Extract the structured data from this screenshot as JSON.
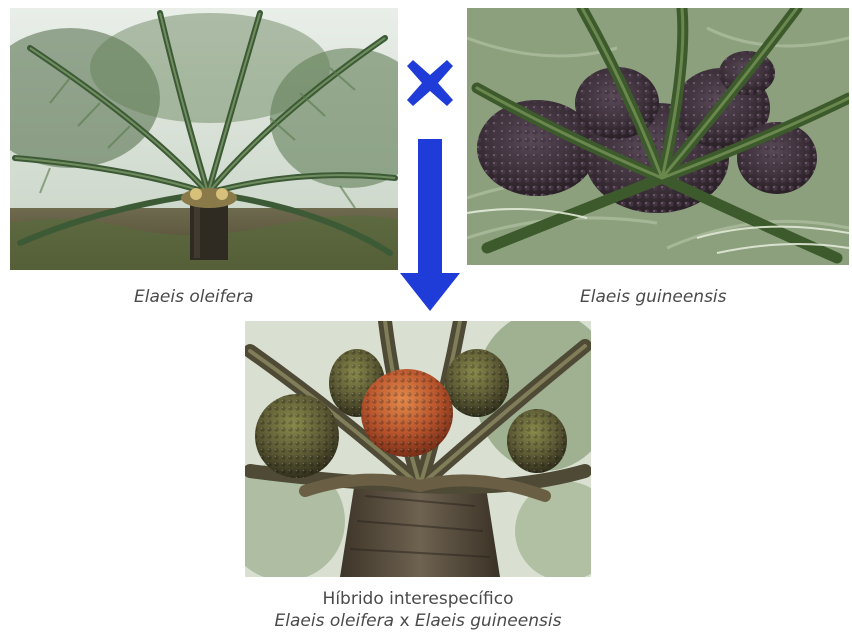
{
  "captions": {
    "left": "Elaeis oleifera",
    "right": "Elaeis guineensis",
    "hybrid_title": "Híbrido interespecífico",
    "hybrid_parent1": "Elaeis oleifera",
    "hybrid_separator": "x",
    "hybrid_parent2": "Elaeis guineensis"
  },
  "symbols": {
    "cross": "cross-icon",
    "arrow": "down-arrow-icon"
  },
  "colors": {
    "accent_blue": "#1f3bd8",
    "caption_text": "#4a4a4a"
  }
}
